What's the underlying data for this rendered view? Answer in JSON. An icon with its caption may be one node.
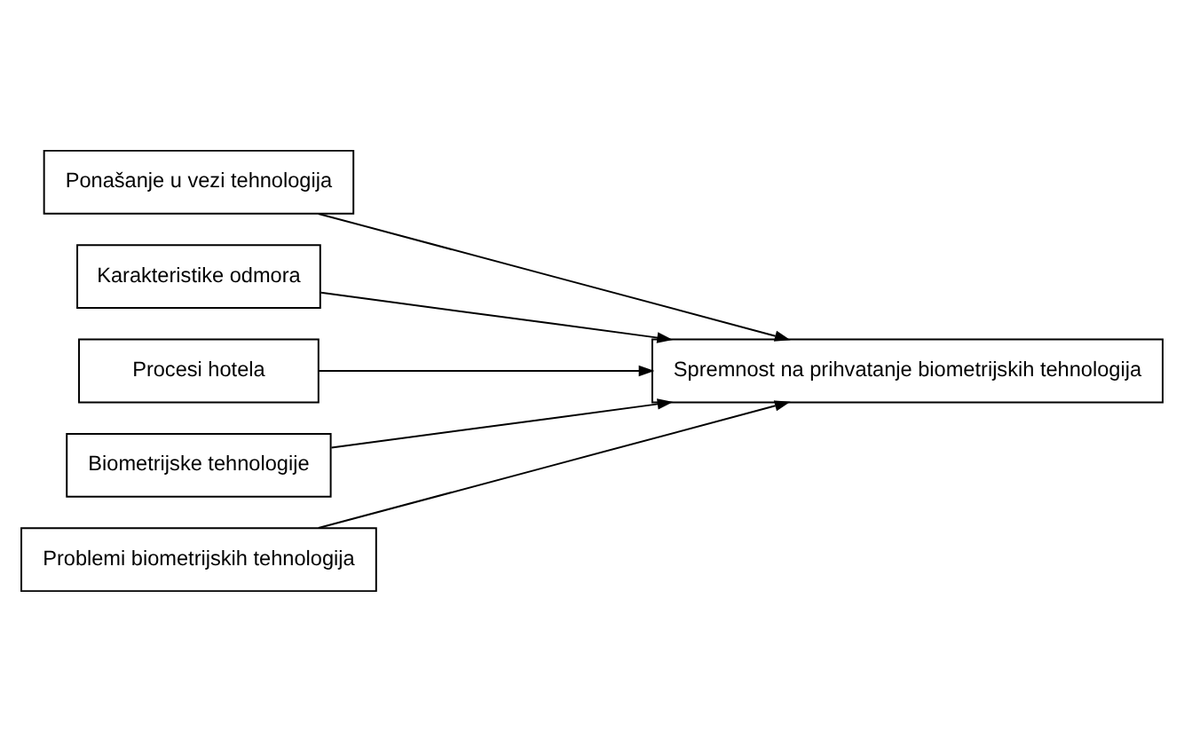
{
  "diagram": {
    "nodes": [
      {
        "text": [
          "Ponašanje u vezi tehnologija"
        ]
      },
      {
        "text": [
          "Karakteristike odmora"
        ]
      },
      {
        "text": [
          "Procesi hotela"
        ]
      },
      {
        "text": [
          "Biometrijske tehnologije"
        ]
      },
      {
        "text": [
          "Problemi biometrijskih tehnologija"
        ]
      },
      {
        "text": [
          "Spremnost na prihvatanje biometrijskih tehnologija"
        ]
      }
    ],
    "edges": [
      {
        "from": 0,
        "to": 5,
        "arrow": "to"
      },
      {
        "from": 1,
        "to": 5,
        "arrow": "to"
      },
      {
        "from": 2,
        "to": 5,
        "arrow": "to"
      },
      {
        "from": 3,
        "to": 5,
        "arrow": "to"
      },
      {
        "from": 4,
        "to": 5,
        "arrow": "to"
      }
    ]
  }
}
